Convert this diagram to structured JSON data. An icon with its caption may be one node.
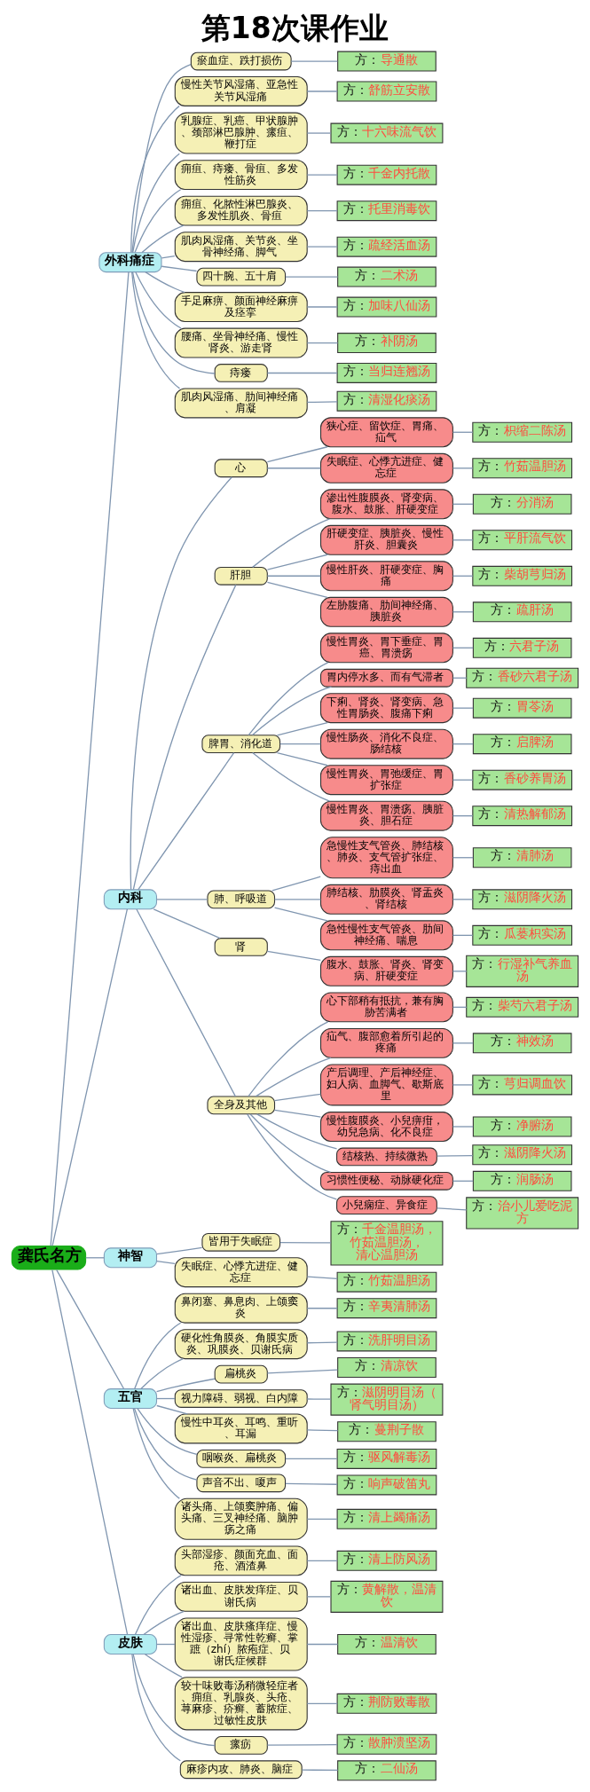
{
  "diagram": {
    "title": "第18次课作业",
    "nodes": [
      {
        "text": [
          "龚氏名方"
        ]
      },
      {
        "text": [
          "外科痛症"
        ]
      },
      {
        "text": [
          "瘀血症、跌打损伤"
        ]
      },
      {
        "text": [
          "方：",
          "导通散"
        ]
      },
      {
        "text": [
          "慢性关节风湿痛、亚急性关节风湿痛"
        ]
      },
      {
        "text": [
          "方：",
          "舒筋立安散"
        ]
      },
      {
        "text": [
          "乳腺症、乳癌、甲状腺肿、颈部淋巴腺肿、瘰疽、鞭打症"
        ]
      },
      {
        "text": [
          "方：",
          "十六味流气饮"
        ]
      },
      {
        "text": [
          "痈疽、痔瘘、骨疽、多发性筋炎"
        ]
      },
      {
        "text": [
          "方：",
          "千金内托散"
        ]
      },
      {
        "text": [
          "痈疽、化脓性淋巴腺炎、多发性肌炎、骨疽"
        ]
      },
      {
        "text": [
          "方：",
          "托里消毒饮"
        ]
      },
      {
        "text": [
          "肌肉风湿痛、关节炎、坐骨神经痛、脚气"
        ]
      },
      {
        "text": [
          "方：",
          "疏经活血汤"
        ]
      },
      {
        "text": [
          "四十腕、五十肩"
        ]
      },
      {
        "text": [
          "方：",
          "二术汤"
        ]
      },
      {
        "text": [
          "手足麻痹、颜面神经麻痹及痉挛"
        ]
      },
      {
        "text": [
          "方：",
          "加味八仙汤"
        ]
      },
      {
        "text": [
          "腰痛、坐骨神经痛、慢性肾炎、游走肾"
        ]
      },
      {
        "text": [
          "方：",
          "补阴汤"
        ]
      },
      {
        "text": [
          "痔瘘"
        ]
      },
      {
        "text": [
          "方：",
          "当归连翘汤"
        ]
      },
      {
        "text": [
          "肌肉风湿痛、肋间神经痛、肩凝"
        ]
      },
      {
        "text": [
          "方：",
          "清湿化痰汤"
        ]
      },
      {
        "text": [
          "内科"
        ]
      },
      {
        "text": [
          "心"
        ]
      },
      {
        "text": [
          "狭心症、留饮症、胃痛、疝气"
        ]
      },
      {
        "text": [
          "方：",
          "枳缩二陈汤"
        ]
      },
      {
        "text": [
          "失眠症、心悸亢进症、健忘症"
        ]
      },
      {
        "text": [
          "方：",
          "竹茹温胆汤"
        ]
      },
      {
        "text": [
          "肝胆"
        ]
      },
      {
        "text": [
          "渗出性腹膜炎、肾变病、腹水、鼓胀、肝硬变症"
        ]
      },
      {
        "text": [
          "方：",
          "分消汤"
        ]
      },
      {
        "text": [
          "肝硬变症、胰脏炎、慢性肝炎、胆囊炎"
        ]
      },
      {
        "text": [
          "方：",
          "平肝流气饮"
        ]
      },
      {
        "text": [
          "慢性肝炎、肝硬变症、胸痛"
        ]
      },
      {
        "text": [
          "方：",
          "柴胡芎归汤"
        ]
      },
      {
        "text": [
          "左胁腹痛、肋间神经痛、胰脏炎"
        ]
      },
      {
        "text": [
          "方：",
          "疏肝汤"
        ]
      },
      {
        "text": [
          "脾胃、消化道"
        ]
      },
      {
        "text": [
          "慢性胃炎、胃下垂症、胃癌、胃溃疡"
        ]
      },
      {
        "text": [
          "方：",
          "六君子汤"
        ]
      },
      {
        "text": [
          "胃内停水多、而有气滞者"
        ]
      },
      {
        "text": [
          "方：",
          "香砂六君子汤"
        ]
      },
      {
        "text": [
          "下痢、肾炎、肾变病、急性胃肠炎、腹痛下痢"
        ]
      },
      {
        "text": [
          "方：",
          "胃苓汤"
        ]
      },
      {
        "text": [
          "慢性肠炎、消化不良症、肠结核"
        ]
      },
      {
        "text": [
          "方：",
          "启脾汤"
        ]
      },
      {
        "text": [
          "慢性胃炎、胃弛缓症、胃扩张症"
        ]
      },
      {
        "text": [
          "方：",
          "香砂养胃汤"
        ]
      },
      {
        "text": [
          "慢性胃炎、胃溃疡、胰脏炎、胆石症"
        ]
      },
      {
        "text": [
          "方：",
          "清热解郁汤"
        ]
      },
      {
        "text": [
          "肺、呼吸道"
        ]
      },
      {
        "text": [
          "急慢性支气管炎、肺结核、肺炎、支气管扩张症、痔出血"
        ]
      },
      {
        "text": [
          "方：",
          "清肺汤"
        ]
      },
      {
        "text": [
          "肺结核、肋膜炎、肾盂炎、肾结核"
        ]
      },
      {
        "text": [
          "方：",
          "滋阴降火汤"
        ]
      },
      {
        "text": [
          "急性慢性支气管炎、肋间神经痛、喘息"
        ]
      },
      {
        "text": [
          "方：",
          "瓜蒌枳实汤"
        ]
      },
      {
        "text": [
          "肾"
        ]
      },
      {
        "text": [
          "腹水、鼓胀、肾炎、肾变病、肝硬变症"
        ]
      },
      {
        "text": [
          "方：",
          "行湿补气养血汤"
        ]
      },
      {
        "text": [
          "全身及其他"
        ]
      },
      {
        "text": [
          "心下部稍有抵抗，兼有胸胁苦满者"
        ]
      },
      {
        "text": [
          "方：",
          "柴芍六君子汤"
        ]
      },
      {
        "text": [
          "疝气、腹部愈着所引起的疼痛"
        ]
      },
      {
        "text": [
          "方：",
          "神效汤"
        ]
      },
      {
        "text": [
          "产后调理、产后神经症、妇人病、血脚气、歇斯底里"
        ]
      },
      {
        "text": [
          "方：",
          "芎归调血饮"
        ]
      },
      {
        "text": [
          "慢性腹膜炎、小兒痹疳，幼兒急病、化不良症"
        ]
      },
      {
        "text": [
          "方：",
          "净腑汤"
        ]
      },
      {
        "text": [
          "结核热、持续微热"
        ]
      },
      {
        "text": [
          "方：",
          "滋阴降火汤"
        ]
      },
      {
        "text": [
          "习惯性便秘、动脉硬化症"
        ]
      },
      {
        "text": [
          "方：",
          "润肠汤"
        ]
      },
      {
        "text": [
          "小兒痫症、异食症"
        ]
      },
      {
        "text": [
          "方：",
          "治小儿爱吃泥方"
        ]
      },
      {
        "text": [
          "神智"
        ]
      },
      {
        "text": [
          "皆用于失眠症"
        ]
      },
      {
        "text": [
          "方：",
          "千金温胆汤，竹茹温胆汤，清心温胆汤"
        ]
      },
      {
        "text": [
          "失眠症、心悸亢进症、健忘症"
        ]
      },
      {
        "text": [
          "方：",
          "竹茹温胆汤"
        ]
      },
      {
        "text": [
          "五官"
        ]
      },
      {
        "text": [
          "鼻闭塞、鼻息肉、上颌窦炎"
        ]
      },
      {
        "text": [
          "方：",
          "辛夷清肺汤"
        ]
      },
      {
        "text": [
          "硬化性角膜炎、角膜实质炎、巩膜炎、贝谢氏病"
        ]
      },
      {
        "text": [
          "方：",
          "洗肝明目汤"
        ]
      },
      {
        "text": [
          "扁桃炎"
        ]
      },
      {
        "text": [
          "方：",
          "清凉饮"
        ]
      },
      {
        "text": [
          "视力障碍、弱视、白内障"
        ]
      },
      {
        "text": [
          "方：",
          "滋阴明目汤（肾气明目汤）"
        ]
      },
      {
        "text": [
          "慢性中耳炎、耳鸣、重听、耳漏"
        ]
      },
      {
        "text": [
          "方：",
          "蔓荆子散"
        ]
      },
      {
        "text": [
          "咽喉炎、扁桃炎"
        ]
      },
      {
        "text": [
          "方：",
          "驱风解毒汤"
        ]
      },
      {
        "text": [
          "声音不出、嗄声"
        ]
      },
      {
        "text": [
          "方：",
          "响声破笛丸"
        ]
      },
      {
        "text": [
          "诸头痛、上颌窦肿痛、偏头痛、三叉神经痛、脑肿疡之痛"
        ]
      },
      {
        "text": [
          "方：",
          "清上蠲痛汤"
        ]
      },
      {
        "text": [
          "皮肤"
        ]
      },
      {
        "text": [
          "头部湿疹、颜面充血、面疮、酒渣鼻"
        ]
      },
      {
        "text": [
          "方：",
          "清上防风汤"
        ]
      },
      {
        "text": [
          "诸出血、皮肤发痒症、贝谢氏病"
        ]
      },
      {
        "text": [
          "方：",
          "黄解散，温清饮"
        ]
      },
      {
        "text": [
          "诸出血、皮肤瘙痒症、慢性湿疹、寻常性乾癣、掌蹠（zhí）脓疱症、贝谢氏症候群"
        ]
      },
      {
        "text": [
          "方：",
          "温清饮"
        ]
      },
      {
        "text": [
          "较十味败毒汤稍微轻症者、痈疽、乳腺炎、头疮、荨麻疹、疥癣、蓄脓症、过敏性皮肤"
        ]
      },
      {
        "text": [
          "方：",
          "荆防败毒散"
        ]
      },
      {
        "text": [
          "瘰疬"
        ]
      },
      {
        "text": [
          "方：",
          "散肿溃坚汤"
        ]
      },
      {
        "text": [
          "麻疹内攻、肺炎、脑症"
        ]
      },
      {
        "text": [
          "方：",
          "二仙汤"
        ]
      }
    ],
    "edges": [
      {
        "from": 0,
        "to": 1,
        "arrow": "none"
      },
      {
        "from": 1,
        "to": 2,
        "arrow": "none"
      },
      {
        "from": 2,
        "to": 3,
        "arrow": "none"
      },
      {
        "from": 1,
        "to": 4,
        "arrow": "none"
      },
      {
        "from": 4,
        "to": 5,
        "arrow": "none"
      },
      {
        "from": 1,
        "to": 6,
        "arrow": "none"
      },
      {
        "from": 6,
        "to": 7,
        "arrow": "none"
      },
      {
        "from": 1,
        "to": 8,
        "arrow": "none"
      },
      {
        "from": 8,
        "to": 9,
        "arrow": "none"
      },
      {
        "from": 1,
        "to": 10,
        "arrow": "none"
      },
      {
        "from": 10,
        "to": 11,
        "arrow": "none"
      },
      {
        "from": 1,
        "to": 12,
        "arrow": "none"
      },
      {
        "from": 12,
        "to": 13,
        "arrow": "none"
      },
      {
        "from": 1,
        "to": 14,
        "arrow": "none"
      },
      {
        "from": 14,
        "to": 15,
        "arrow": "none"
      },
      {
        "from": 1,
        "to": 16,
        "arrow": "none"
      },
      {
        "from": 16,
        "to": 17,
        "arrow": "none"
      },
      {
        "from": 1,
        "to": 18,
        "arrow": "none"
      },
      {
        "from": 18,
        "to": 19,
        "arrow": "none"
      },
      {
        "from": 1,
        "to": 20,
        "arrow": "none"
      },
      {
        "from": 20,
        "to": 21,
        "arrow": "none"
      },
      {
        "from": 1,
        "to": 22,
        "arrow": "none"
      },
      {
        "from": 22,
        "to": 23,
        "arrow": "none"
      },
      {
        "from": 0,
        "to": 24,
        "arrow": "none"
      },
      {
        "from": 24,
        "to": 25,
        "arrow": "none"
      },
      {
        "from": 25,
        "to": 26,
        "arrow": "none"
      },
      {
        "from": 26,
        "to": 27,
        "arrow": "none"
      },
      {
        "from": 25,
        "to": 28,
        "arrow": "none"
      },
      {
        "from": 28,
        "to": 29,
        "arrow": "none"
      },
      {
        "from": 24,
        "to": 30,
        "arrow": "none"
      },
      {
        "from": 30,
        "to": 31,
        "arrow": "none"
      },
      {
        "from": 31,
        "to": 32,
        "arrow": "none"
      },
      {
        "from": 30,
        "to": 33,
        "arrow": "none"
      },
      {
        "from": 33,
        "to": 34,
        "arrow": "none"
      },
      {
        "from": 30,
        "to": 35,
        "arrow": "none"
      },
      {
        "from": 35,
        "to": 36,
        "arrow": "none"
      },
      {
        "from": 30,
        "to": 37,
        "arrow": "none"
      },
      {
        "from": 37,
        "to": 38,
        "arrow": "none"
      },
      {
        "from": 24,
        "to": 39,
        "arrow": "none"
      },
      {
        "from": 39,
        "to": 40,
        "arrow": "none"
      },
      {
        "from": 40,
        "to": 41,
        "arrow": "none"
      },
      {
        "from": 39,
        "to": 42,
        "arrow": "none"
      },
      {
        "from": 42,
        "to": 43,
        "arrow": "none"
      },
      {
        "from": 39,
        "to": 44,
        "arrow": "none"
      },
      {
        "from": 44,
        "to": 45,
        "arrow": "none"
      },
      {
        "from": 39,
        "to": 46,
        "arrow": "none"
      },
      {
        "from": 46,
        "to": 47,
        "arrow": "none"
      },
      {
        "from": 39,
        "to": 48,
        "arrow": "none"
      },
      {
        "from": 48,
        "to": 49,
        "arrow": "none"
      },
      {
        "from": 39,
        "to": 50,
        "arrow": "none"
      },
      {
        "from": 50,
        "to": 51,
        "arrow": "none"
      },
      {
        "from": 24,
        "to": 52,
        "arrow": "none"
      },
      {
        "from": 52,
        "to": 53,
        "arrow": "none"
      },
      {
        "from": 53,
        "to": 54,
        "arrow": "none"
      },
      {
        "from": 52,
        "to": 55,
        "arrow": "none"
      },
      {
        "from": 55,
        "to": 56,
        "arrow": "none"
      },
      {
        "from": 52,
        "to": 57,
        "arrow": "none"
      },
      {
        "from": 57,
        "to": 58,
        "arrow": "none"
      },
      {
        "from": 24,
        "to": 59,
        "arrow": "none"
      },
      {
        "from": 59,
        "to": 60,
        "arrow": "none"
      },
      {
        "from": 60,
        "to": 61,
        "arrow": "none"
      },
      {
        "from": 24,
        "to": 62,
        "arrow": "none"
      },
      {
        "from": 62,
        "to": 63,
        "arrow": "none"
      },
      {
        "from": 63,
        "to": 64,
        "arrow": "none"
      },
      {
        "from": 62,
        "to": 65,
        "arrow": "none"
      },
      {
        "from": 65,
        "to": 66,
        "arrow": "none"
      },
      {
        "from": 62,
        "to": 67,
        "arrow": "none"
      },
      {
        "from": 67,
        "to": 68,
        "arrow": "none"
      },
      {
        "from": 62,
        "to": 69,
        "arrow": "none"
      },
      {
        "from": 69,
        "to": 70,
        "arrow": "none"
      },
      {
        "from": 62,
        "to": 71,
        "arrow": "none"
      },
      {
        "from": 71,
        "to": 72,
        "arrow": "none"
      },
      {
        "from": 62,
        "to": 73,
        "arrow": "none"
      },
      {
        "from": 73,
        "to": 74,
        "arrow": "none"
      },
      {
        "from": 62,
        "to": 75,
        "arrow": "none"
      },
      {
        "from": 75,
        "to": 76,
        "arrow": "none"
      },
      {
        "from": 0,
        "to": 77,
        "arrow": "none"
      },
      {
        "from": 77,
        "to": 78,
        "arrow": "none"
      },
      {
        "from": 78,
        "to": 79,
        "arrow": "none"
      },
      {
        "from": 77,
        "to": 80,
        "arrow": "none"
      },
      {
        "from": 80,
        "to": 81,
        "arrow": "none"
      },
      {
        "from": 0,
        "to": 82,
        "arrow": "none"
      },
      {
        "from": 82,
        "to": 83,
        "arrow": "none"
      },
      {
        "from": 83,
        "to": 84,
        "arrow": "none"
      },
      {
        "from": 82,
        "to": 85,
        "arrow": "none"
      },
      {
        "from": 85,
        "to": 86,
        "arrow": "none"
      },
      {
        "from": 82,
        "to": 87,
        "arrow": "none"
      },
      {
        "from": 87,
        "to": 88,
        "arrow": "none"
      },
      {
        "from": 82,
        "to": 89,
        "arrow": "none"
      },
      {
        "from": 89,
        "to": 90,
        "arrow": "none"
      },
      {
        "from": 82,
        "to": 91,
        "arrow": "none"
      },
      {
        "from": 91,
        "to": 92,
        "arrow": "none"
      },
      {
        "from": 82,
        "to": 93,
        "arrow": "none"
      },
      {
        "from": 93,
        "to": 94,
        "arrow": "none"
      },
      {
        "from": 82,
        "to": 95,
        "arrow": "none"
      },
      {
        "from": 95,
        "to": 96,
        "arrow": "none"
      },
      {
        "from": 82,
        "to": 97,
        "arrow": "none"
      },
      {
        "from": 97,
        "to": 98,
        "arrow": "none"
      },
      {
        "from": 0,
        "to": 99,
        "arrow": "none"
      },
      {
        "from": 99,
        "to": 100,
        "arrow": "none"
      },
      {
        "from": 100,
        "to": 101,
        "arrow": "none"
      },
      {
        "from": 99,
        "to": 102,
        "arrow": "none"
      },
      {
        "from": 102,
        "to": 103,
        "arrow": "none"
      },
      {
        "from": 99,
        "to": 104,
        "arrow": "none"
      },
      {
        "from": 104,
        "to": 105,
        "arrow": "none"
      },
      {
        "from": 99,
        "to": 106,
        "arrow": "none"
      },
      {
        "from": 106,
        "to": 107,
        "arrow": "none"
      },
      {
        "from": 99,
        "to": 108,
        "arrow": "none"
      },
      {
        "from": 108,
        "to": 109,
        "arrow": "none"
      },
      {
        "from": 99,
        "to": 110,
        "arrow": "none"
      },
      {
        "from": 110,
        "to": 111,
        "arrow": "none"
      }
    ]
  }
}
